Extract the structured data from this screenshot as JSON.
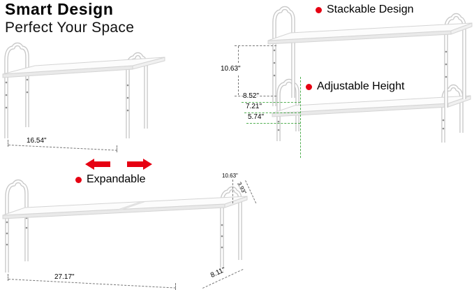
{
  "header": {
    "title": "Smart Design",
    "subtitle": "Perfect Your Space"
  },
  "features": {
    "stackable": "Stackable Design",
    "adjustable": "Adjustable Height",
    "expandable": "Expandable"
  },
  "dimensions": {
    "single_width": "16.54\"",
    "tier_gap": "10.63\"",
    "height_option_1": "8.52\"",
    "height_option_2": "7.21\"",
    "height_option_3": "5.74\"",
    "expanded_width": "27.17\"",
    "depth": "8.11\"",
    "unit_height": "10.63\"",
    "small_measure": "3.93\""
  },
  "colors": {
    "accent_red": "#e60012",
    "dash_green": "#4fae4f",
    "metal_outline": "#c8c8c8",
    "text": "#000000",
    "background": "#ffffff"
  }
}
